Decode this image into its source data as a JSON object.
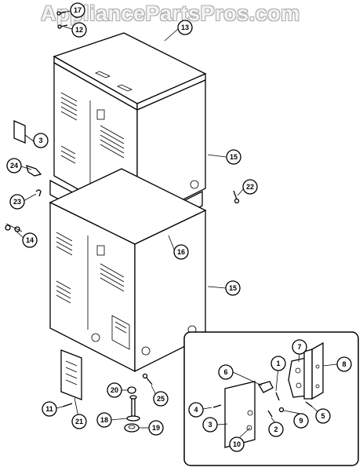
{
  "watermark": "AppliancePartsPros.com",
  "callouts": {
    "c17": "17",
    "c12": "12",
    "c13": "13",
    "c3a": "3",
    "c24": "24",
    "c23": "23",
    "c14": "14",
    "c15a": "15",
    "c22": "22",
    "c16": "16",
    "c15b": "15",
    "c20": "20",
    "c25": "25",
    "c11": "11",
    "c21": "21",
    "c18": "18",
    "c19": "19",
    "c6": "6",
    "c1": "1",
    "c7": "7",
    "c8": "8",
    "c4": "4",
    "c3b": "3",
    "c2": "2",
    "c9": "9",
    "c5": "5",
    "c10": "10"
  }
}
